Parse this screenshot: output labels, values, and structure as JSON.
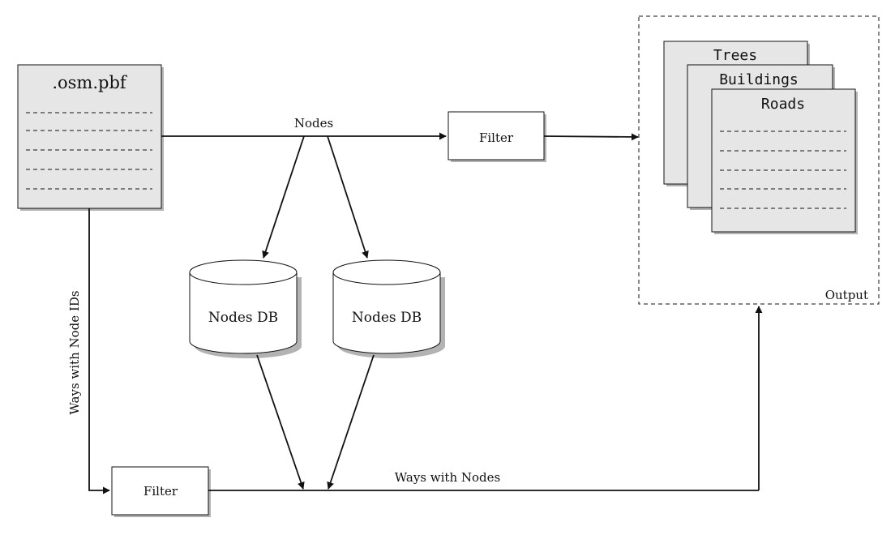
{
  "diagram": {
    "source_file": ".osm.pbf",
    "edges": {
      "nodes": "Nodes",
      "ways_node_ids": "Ways with Node IDs",
      "ways_nodes": "Ways with Nodes"
    },
    "filter_top": "Filter",
    "filter_bottom": "Filter",
    "db_left": "Nodes DB",
    "db_right": "Nodes DB",
    "outputs": [
      "Trees",
      "Buildings",
      "Roads"
    ],
    "output_label": "Output",
    "colors": {
      "doc_fill": "#e6e6e6",
      "shadow": "#b3b3b3",
      "stroke": "#111111",
      "background": "#ffffff"
    }
  }
}
